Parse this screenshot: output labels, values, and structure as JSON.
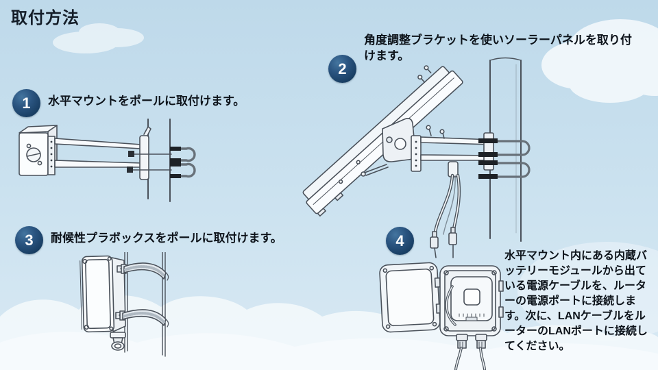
{
  "page": {
    "title": "取付方法"
  },
  "colors": {
    "sky_top": "#bed9ea",
    "sky_bottom": "#d9e9f4",
    "cloud": "#f4f9fc",
    "badge_blue": "#1c3f63",
    "badge_highlight": "#44759f",
    "text": "#10161d",
    "line_art": "#4a515a"
  },
  "steps": [
    {
      "number": "1",
      "text": "水平マウントをポールに取付けます。",
      "illustration": "horizontal-mount-attached-to-pole-with-u-bolts"
    },
    {
      "number": "2",
      "text": "角度調整ブラケットを使いソーラーパネルを取り付けます。",
      "illustration": "solar-panel-on-angle-adjustment-bracket-on-pole"
    },
    {
      "number": "3",
      "text": "耐候性プラボックスをポールに取付けます。",
      "illustration": "weatherproof-plastic-box-strapped-to-pole"
    },
    {
      "number": "4",
      "text": "水平マウント内にある内蔵バッテリーモジュールから出ている電源ケーブルを、ルーターの電源ポートに接続します。次に、LANケーブルをルーターのLANポートに接続してください。",
      "illustration": "open-enclosure-with-router-and-cables"
    }
  ]
}
